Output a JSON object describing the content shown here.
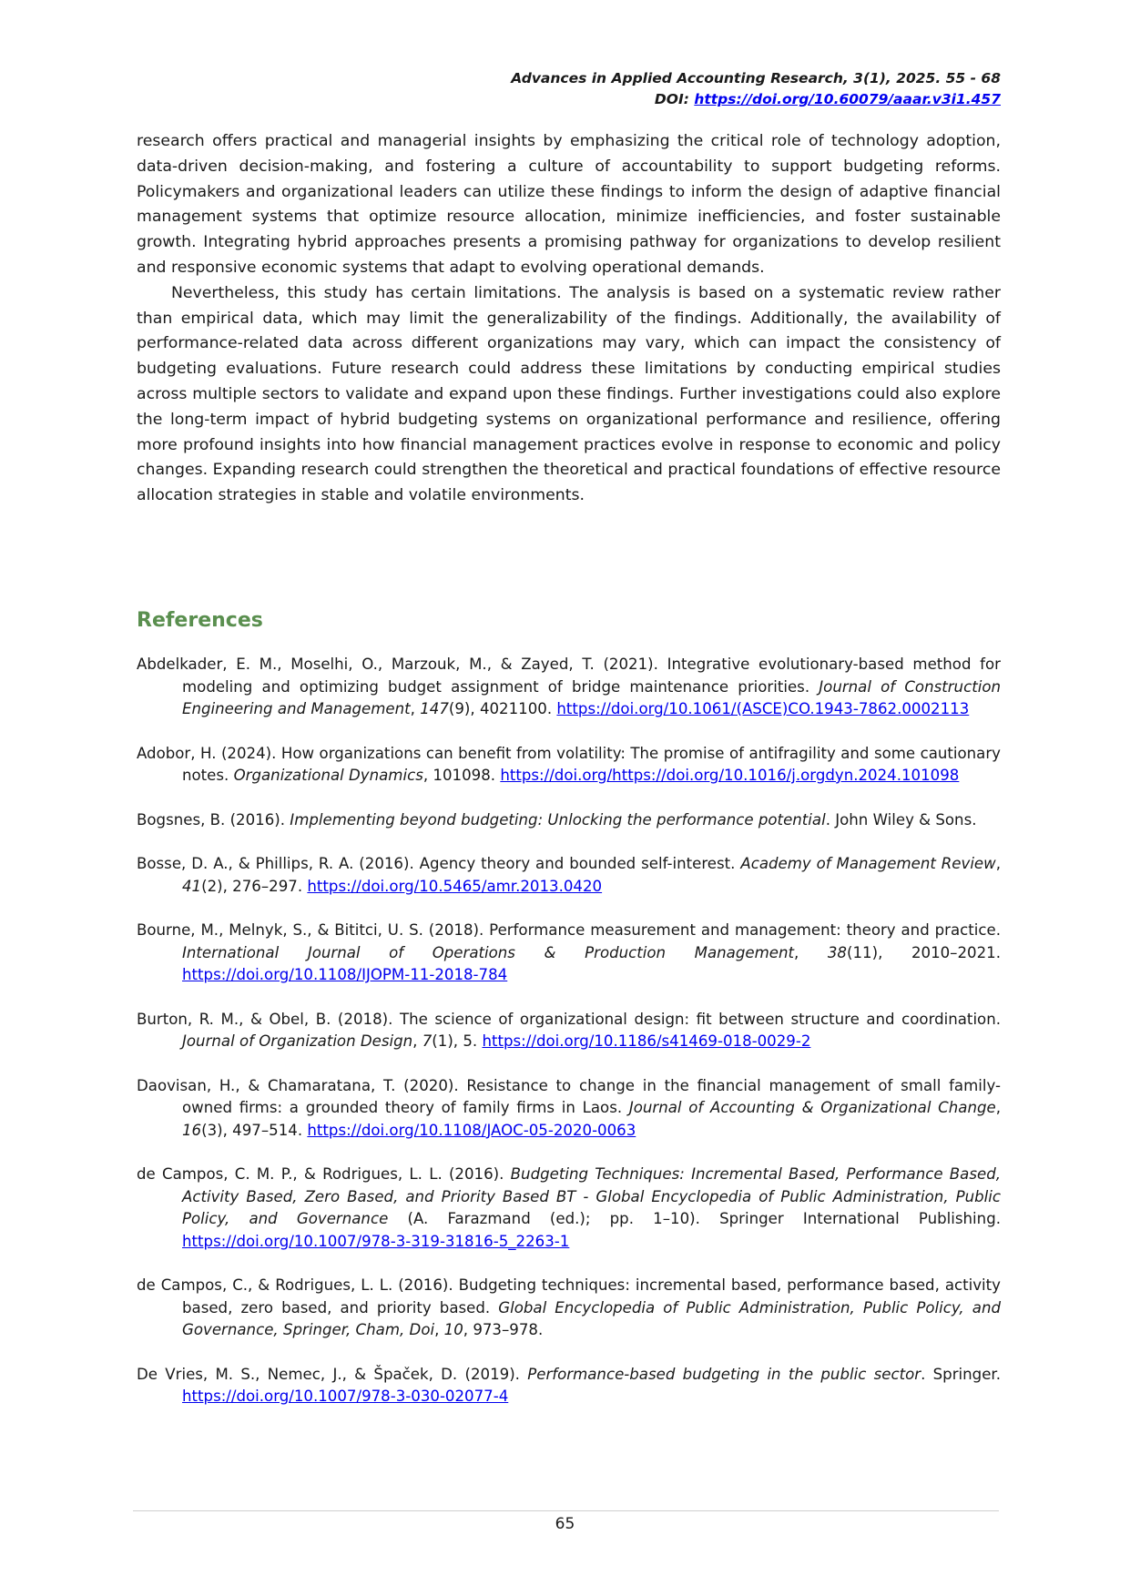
{
  "header": {
    "journal_line": "Advances in Applied Accounting Research, 3(1), 2025. 55 - 68",
    "doi_label": "DOI:",
    "doi_link": "https://doi.org/10.60079/aaar.v3i1.457"
  },
  "body": {
    "paragraph1": "research offers practical and managerial insights by emphasizing the critical role of technology adoption, data-driven decision-making, and fostering a culture of accountability to support budgeting reforms. Policymakers and organizational leaders can utilize these findings to inform the design of adaptive financial management systems that optimize resource allocation, minimize inefficiencies, and foster sustainable growth. Integrating hybrid approaches presents a promising pathway for organizations to develop resilient and responsive economic systems that adapt to evolving operational demands.",
    "paragraph2": "Nevertheless, this study has certain limitations. The analysis is based on a systematic review rather than empirical data, which may limit the generalizability of the findings. Additionally, the availability of performance-related data across different organizations may vary, which can impact the consistency of budgeting evaluations. Future research could address these limitations by conducting empirical studies across multiple sectors to validate and expand upon these findings. Further investigations could also explore the long-term impact of hybrid budgeting systems on organizational performance and resilience, offering more profound insights into how financial management practices evolve in response to economic and policy changes. Expanding research could strengthen the theoretical and practical foundations of effective resource allocation strategies in stable and volatile environments."
  },
  "references_title": "References",
  "references": [
    {
      "pre": "Abdelkader, E. M., Moselhi, O., Marzouk, M., & Zayed, T. (2021). Integrative evolutionary-based method for modeling and optimizing budget assignment of bridge maintenance priorities. ",
      "italic": "Journal of Construction Engineering and Management",
      "mid": ", ",
      "vol": "147",
      "post": "(9), 4021100. ",
      "link": "https://doi.org/10.1061/(ASCE)CO.1943-7862.0002113"
    },
    {
      "pre": "Adobor, H. (2024). How organizations can benefit from volatility: The promise of antifragility and some cautionary notes. ",
      "italic": "Organizational Dynamics",
      "mid": ", ",
      "vol": "",
      "post": "101098. ",
      "link": "https://doi.org/https://doi.org/10.1016/j.orgdyn.2024.101098"
    },
    {
      "pre": "Bogsnes, B. (2016). ",
      "italic": "Implementing beyond budgeting: Unlocking the performance potential",
      "mid": ". John Wiley & Sons.",
      "vol": "",
      "post": "",
      "link": ""
    },
    {
      "pre": "Bosse, D. A., & Phillips, R. A. (2016). Agency theory and bounded self-interest. ",
      "italic": "Academy of Management Review",
      "mid": ", ",
      "vol": "41",
      "post": "(2), 276–297. ",
      "link": "https://doi.org/10.5465/amr.2013.0420"
    },
    {
      "pre": "Bourne, M., Melnyk, S., & Bititci, U. S. (2018). Performance measurement and management: theory and practice. ",
      "italic": "International Journal of Operations & Production Management",
      "mid": ", ",
      "vol": "38",
      "post": "(11), 2010–2021. ",
      "link": "https://doi.org/10.1108/IJOPM-11-2018-784"
    },
    {
      "pre": "Burton, R. M., & Obel, B. (2018). The science of organizational design: fit between structure and coordination. ",
      "italic": "Journal of Organization Design",
      "mid": ", ",
      "vol": "7",
      "post": "(1), 5. ",
      "link": "https://doi.org/10.1186/s41469-018-0029-2"
    },
    {
      "pre": "Daovisan, H., & Chamaratana, T. (2020). Resistance to change in the financial management of small family-owned firms: a grounded theory of family firms in Laos. ",
      "italic": "Journal of Accounting & Organizational Change",
      "mid": ", ",
      "vol": "16",
      "post": "(3), 497–514. ",
      "link": "https://doi.org/10.1108/JAOC-05-2020-0063"
    },
    {
      "pre": "de Campos, C. M. P., & Rodrigues, L. L. (2016). ",
      "italic": "Budgeting Techniques: Incremental Based, Performance Based, Activity Based, Zero Based, and Priority Based BT  - Global Encyclopedia of Public Administration, Public Policy, and Governance",
      "mid": " (A. Farazmand (ed.); pp. 1–10). Springer International Publishing. ",
      "vol": "",
      "post": "",
      "link": "https://doi.org/10.1007/978-3-319-31816-5_2263-1"
    },
    {
      "pre": "de Campos, C., & Rodrigues, L. L. (2016). Budgeting techniques: incremental based, performance based, activity based, zero based, and priority based. ",
      "italic": "Global Encyclopedia of Public Administration, Public Policy, and Governance, Springer, Cham, Doi",
      "mid": ", ",
      "vol": "10",
      "post": ", 973–978.",
      "link": ""
    },
    {
      "pre": "De Vries, M. S., Nemec, J., & Špaček, D. (2019). ",
      "italic": "Performance-based budgeting in the public sector",
      "mid": ". Springer. ",
      "vol": "",
      "post": "",
      "link": "https://doi.org/10.1007/978-3-030-02077-4"
    }
  ],
  "page_number": "65"
}
